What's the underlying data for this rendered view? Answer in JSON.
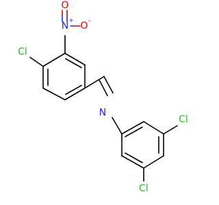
{
  "molecule": {
    "atoms": {
      "cl_top": {
        "text": "Cl",
        "color": "#1fbf1f"
      },
      "n_nitro": {
        "text": "N",
        "color": "#2020ff",
        "charge": "+"
      },
      "o_top": {
        "text": "O",
        "color": "#e00000"
      },
      "o_right": {
        "text": "O",
        "color": "#e00000",
        "charge": "-"
      },
      "n_imine": {
        "text": "N",
        "color": "#2020ff"
      },
      "cl_right": {
        "text": "Cl",
        "color": "#1fbf1f"
      },
      "cl_bottom": {
        "text": "Cl",
        "color": "#1fbf1f"
      }
    }
  }
}
